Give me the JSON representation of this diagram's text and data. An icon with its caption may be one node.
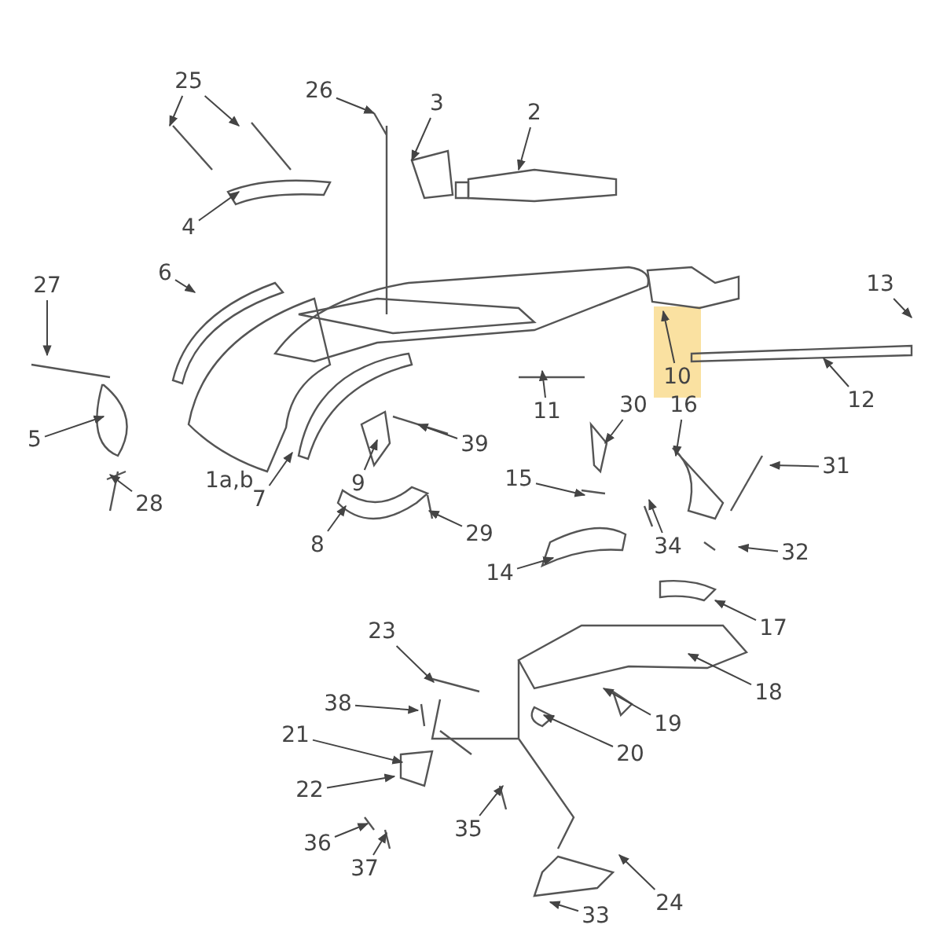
{
  "diagram": {
    "nodes": [
      {
        "text": [
          "25"
        ]
      },
      {
        "text": [
          "26"
        ]
      },
      {
        "text": [
          "3"
        ]
      },
      {
        "text": [
          "2"
        ]
      },
      {
        "text": [
          "4"
        ]
      },
      {
        "text": [
          "6"
        ]
      },
      {
        "text": [
          "13"
        ]
      },
      {
        "text": [
          "27"
        ]
      },
      {
        "text": [
          "10"
        ]
      },
      {
        "text": [
          "12"
        ]
      },
      {
        "text": [
          "11"
        ]
      },
      {
        "text": [
          "30"
        ]
      },
      {
        "text": [
          "16"
        ]
      },
      {
        "text": [
          "5"
        ]
      },
      {
        "text": [
          "9"
        ]
      },
      {
        "text": [
          "39"
        ]
      },
      {
        "text": [
          "31"
        ]
      },
      {
        "text": [
          "15"
        ]
      },
      {
        "text": [
          "7"
        ]
      },
      {
        "text": [
          "28"
        ]
      },
      {
        "text": [
          "29"
        ]
      },
      {
        "text": [
          "8"
        ]
      },
      {
        "text": [
          "34"
        ]
      },
      {
        "text": [
          "32"
        ]
      },
      {
        "text": [
          "14"
        ]
      },
      {
        "text": [
          "23"
        ]
      },
      {
        "text": [
          "17"
        ]
      },
      {
        "text": [
          "18"
        ]
      },
      {
        "text": [
          "38"
        ]
      },
      {
        "text": [
          "19"
        ]
      },
      {
        "text": [
          "21"
        ]
      },
      {
        "text": [
          "20"
        ]
      },
      {
        "text": [
          "22"
        ]
      },
      {
        "text": [
          "35"
        ]
      },
      {
        "text": [
          "36"
        ]
      },
      {
        "text": [
          "37"
        ]
      },
      {
        "text": [
          "24"
        ]
      },
      {
        "text": [
          "33"
        ]
      }
    ],
    "edges": [
      {
        "from": 0,
        "to": null,
        "arrow": "to"
      },
      {
        "from": 0,
        "to": null,
        "arrow": "to"
      },
      {
        "from": 1,
        "to": null,
        "arrow": "to"
      },
      {
        "from": 2,
        "to": null,
        "arrow": "to"
      },
      {
        "from": 3,
        "to": null,
        "arrow": "to"
      },
      {
        "from": 4,
        "to": null,
        "arrow": "to"
      },
      {
        "from": 5,
        "to": null,
        "arrow": "to"
      },
      {
        "from": 6,
        "to": null,
        "arrow": "to"
      },
      {
        "from": 7,
        "to": null,
        "arrow": "to"
      },
      {
        "from": 8,
        "to": null,
        "arrow": "to"
      },
      {
        "from": 9,
        "to": null,
        "arrow": "to"
      },
      {
        "from": 10,
        "to": null,
        "arrow": "to"
      },
      {
        "from": 11,
        "to": null,
        "arrow": "to"
      },
      {
        "from": 12,
        "to": null,
        "arrow": "to"
      },
      {
        "from": 13,
        "to": null,
        "arrow": "to"
      },
      {
        "from": 14,
        "to": null,
        "arrow": "to"
      },
      {
        "from": 15,
        "to": null,
        "arrow": "to"
      },
      {
        "from": 16,
        "to": null,
        "arrow": "to"
      },
      {
        "from": 17,
        "to": null,
        "arrow": "to"
      },
      {
        "from": 18,
        "to": null,
        "arrow": "to"
      },
      {
        "from": 19,
        "to": null,
        "arrow": "to"
      },
      {
        "from": 20,
        "to": null,
        "arrow": "to"
      },
      {
        "from": 21,
        "to": null,
        "arrow": "to"
      },
      {
        "from": 22,
        "to": null,
        "arrow": "to"
      },
      {
        "from": 23,
        "to": null,
        "arrow": "to"
      },
      {
        "from": 24,
        "to": null,
        "arrow": "to"
      },
      {
        "from": 25,
        "to": null,
        "arrow": "to"
      },
      {
        "from": 26,
        "to": null,
        "arrow": "to"
      },
      {
        "from": 27,
        "to": null,
        "arrow": "to"
      },
      {
        "from": 28,
        "to": null,
        "arrow": "to"
      },
      {
        "from": 29,
        "to": null,
        "arrow": "to"
      },
      {
        "from": 30,
        "to": null,
        "arrow": "to"
      },
      {
        "from": 31,
        "to": null,
        "arrow": "to"
      },
      {
        "from": 32,
        "to": null,
        "arrow": "to"
      },
      {
        "from": 33,
        "to": null,
        "arrow": "to"
      },
      {
        "from": 34,
        "to": null,
        "arrow": "to"
      },
      {
        "from": 35,
        "to": null,
        "arrow": "to"
      },
      {
        "from": 36,
        "to": null,
        "arrow": "to"
      },
      {
        "from": 37,
        "to": null,
        "arrow": "to"
      }
    ],
    "labels": [
      "1a,b"
    ]
  }
}
